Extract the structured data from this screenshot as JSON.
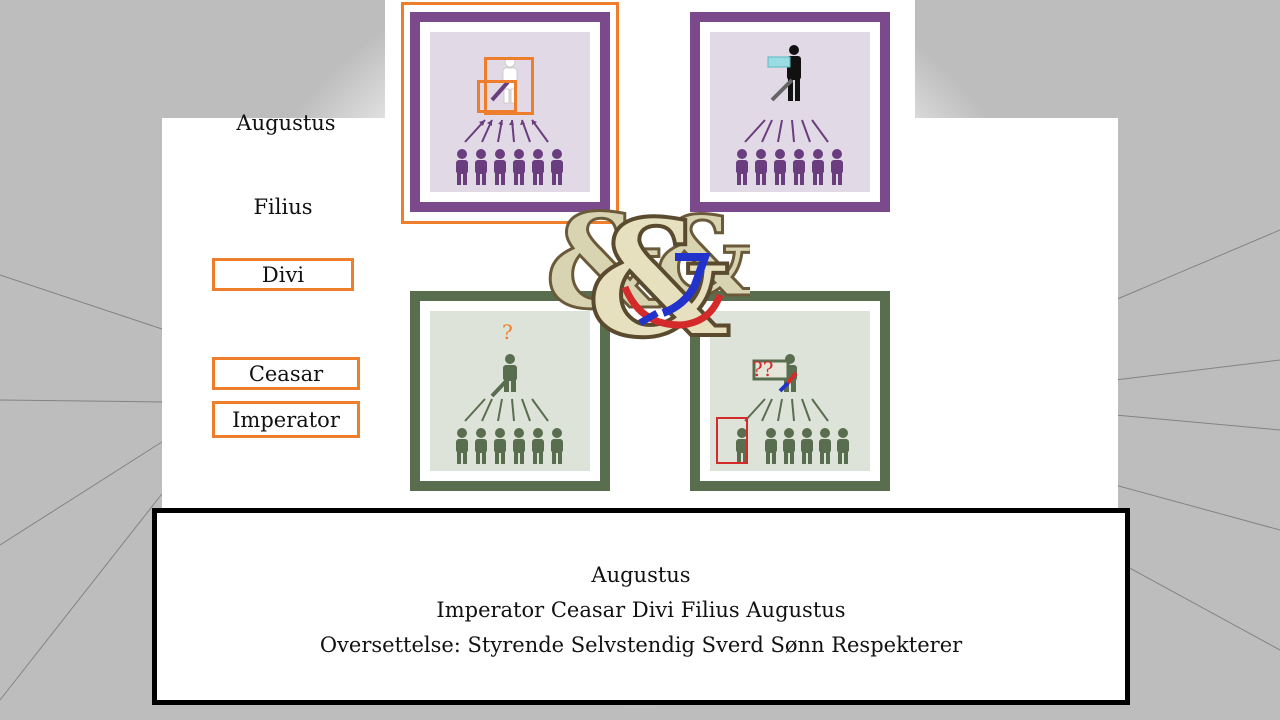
{
  "labels": {
    "augustus": "Augustus",
    "filius": "Filius",
    "divi": "Divi",
    "ceasar": "Ceasar",
    "imperator": "Imperator"
  },
  "panels": {
    "question_mark": "?",
    "double_question": "??"
  },
  "ampersand": "&",
  "caption": {
    "line1": "Augustus",
    "line2": "Imperator Ceasar Divi Filius Augustus",
    "line3": "Oversettelse: Styrende Selvstendig Sverd Sønn Respekterer"
  },
  "colors": {
    "purple": "#7a4a8c",
    "green": "#596d4f",
    "orange": "#ee7d2c",
    "red": "#d42a2a",
    "blue": "#2233cc"
  }
}
